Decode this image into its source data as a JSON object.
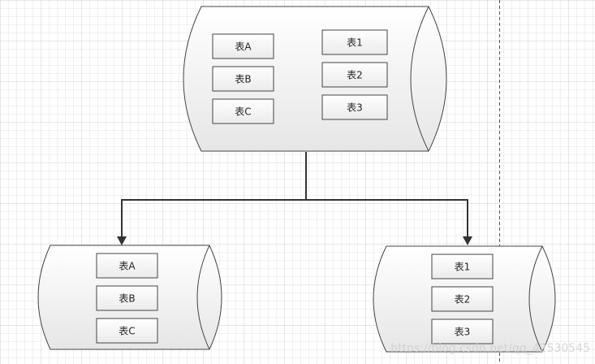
{
  "diagram": {
    "top_db": {
      "left_tables": [
        "表A",
        "表B",
        "表C"
      ],
      "right_tables": [
        "表1",
        "表2",
        "表3"
      ]
    },
    "bottom_left_db": {
      "tables": [
        "表A",
        "表B",
        "表C"
      ]
    },
    "bottom_right_db": {
      "tables": [
        "表1",
        "表2",
        "表3"
      ]
    },
    "watermark": "https://blog.csdn.net/qq_42530545"
  },
  "colors": {
    "grid_minor": "#e4e4e4",
    "grid_major": "#cfcfcf",
    "stroke": "#444444",
    "arrow": "#333333"
  }
}
